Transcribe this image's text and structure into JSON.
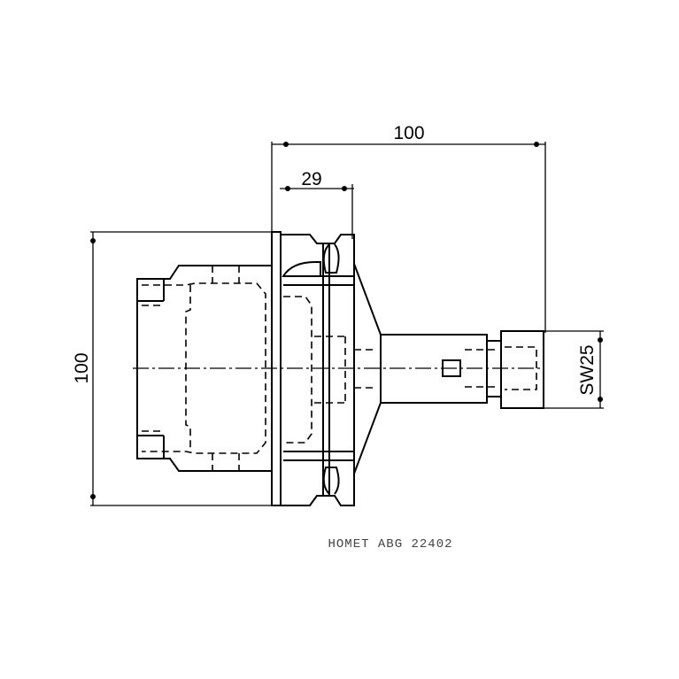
{
  "drawing": {
    "dim_length_total": "100",
    "dim_flange_width": "29",
    "dim_diameter": "100",
    "dim_wrench_size": "SW25",
    "caption": "HOMET ABG 22402"
  },
  "colors": {
    "line": "#000000",
    "background": "#ffffff",
    "caption": "#444444"
  }
}
